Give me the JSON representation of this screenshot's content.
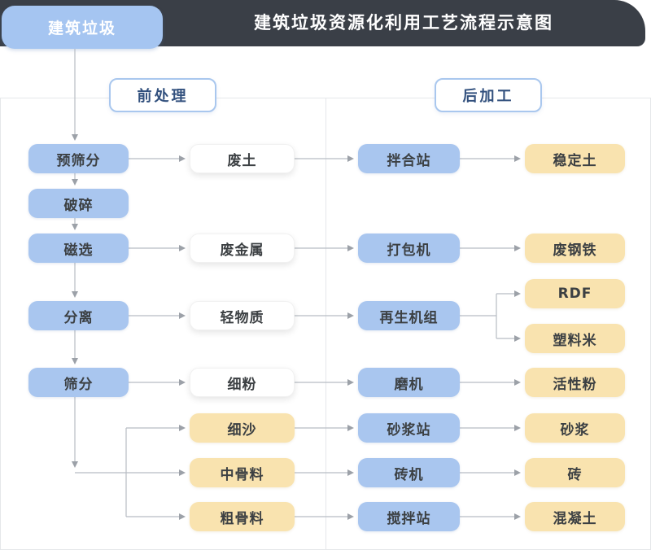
{
  "header": {
    "tab": "建筑垃圾",
    "title": "建筑垃圾资源化利用工艺流程示意图"
  },
  "sections": {
    "pre": "前处理",
    "post": "后加工"
  },
  "nodes": {
    "pre_screening": "预筛分",
    "crushing": "破碎",
    "magnetic_separation": "磁选",
    "separation": "分离",
    "screening": "筛分",
    "waste_soil": "废土",
    "waste_metal": "废金属",
    "light_material": "轻物质",
    "fine_powder": "细粉",
    "fine_sand": "细沙",
    "medium_aggregate": "中骨料",
    "coarse_aggregate": "粗骨料",
    "mixing_plant": "拌合站",
    "baler": "打包机",
    "recycling_unit": "再生机组",
    "mill": "磨机",
    "mortar_station": "砂浆站",
    "brick_machine": "砖机",
    "agitating_station": "搅拌站",
    "stabilized_soil": "稳定土",
    "waste_steel": "废钢铁",
    "rdf": "RDF",
    "plastic_pellets": "塑料米",
    "active_powder": "活性粉",
    "mortar": "砂浆",
    "brick": "砖",
    "concrete": "混凝土"
  },
  "colors": {
    "header_bar": "#3a3f47",
    "tab_blue": "#a5c5f1",
    "process_blue": "#a9c6ef",
    "product_yellow": "#f9e3af",
    "section_border": "#a9c7ee",
    "section_text": "#33517e",
    "connector": "#b7bcc3",
    "panel_border": "#e5e7ea",
    "node_text": "#3c4043",
    "title_text": "#ffffff"
  }
}
